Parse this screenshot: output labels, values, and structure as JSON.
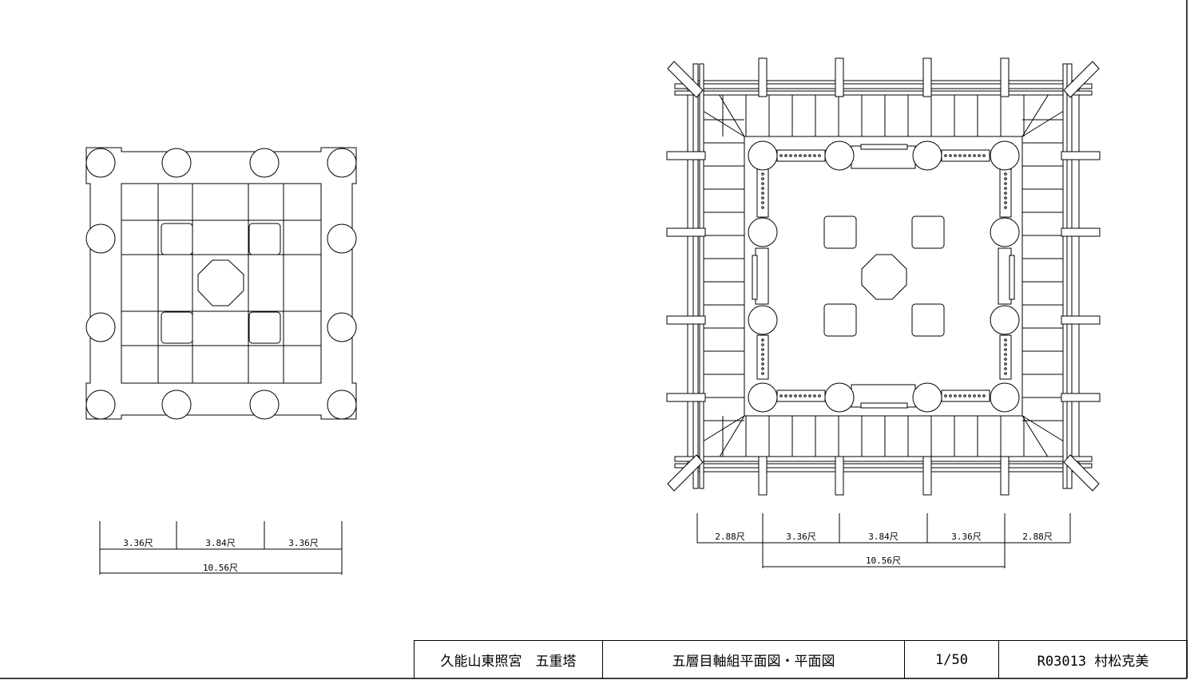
{
  "left_plan": {
    "dimensions": [
      "3.36尺",
      "3.84尺",
      "3.36尺"
    ],
    "overall": "10.56尺"
  },
  "right_plan": {
    "dimensions": [
      "2.88尺",
      "3.36尺",
      "3.84尺",
      "3.36尺",
      "2.88尺"
    ],
    "overall": "10.56尺"
  },
  "title_block": {
    "building": "久能山東照宮　五重塔",
    "drawing_title": "五層目軸組平面図・平面図",
    "scale": "1/50",
    "author": "R03013 村松克美"
  }
}
